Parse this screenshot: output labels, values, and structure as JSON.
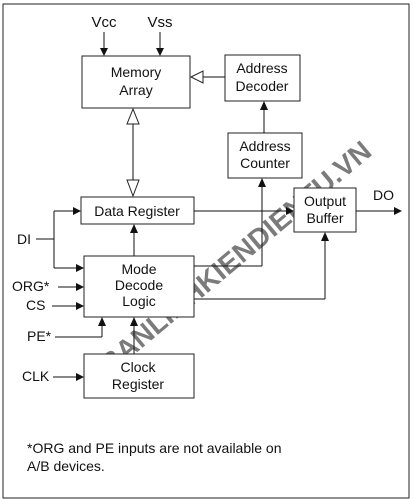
{
  "pins": {
    "vcc": "Vcc",
    "vss": "Vss",
    "di": "DI",
    "org": "ORG*",
    "cs": "CS",
    "pe": "PE*",
    "clk": "CLK",
    "do": "DO"
  },
  "blocks": {
    "memory_array": [
      "Memory",
      "Array"
    ],
    "address_decoder": [
      "Address",
      "Decoder"
    ],
    "address_counter": [
      "Address",
      "Counter"
    ],
    "data_register": "Data Register",
    "output_buffer": [
      "Output",
      "Buffer"
    ],
    "mode_decode_logic": [
      "Mode",
      "Decode",
      "Logic"
    ],
    "clock_register": [
      "Clock",
      "Register"
    ]
  },
  "footnote": [
    "*ORG and PE inputs are not available on",
    "A/B devices."
  ],
  "watermark": "BANLINHKIENDIENTU.VN",
  "colors": {
    "frame": "#222222",
    "watermark": "#c7d3ea"
  }
}
